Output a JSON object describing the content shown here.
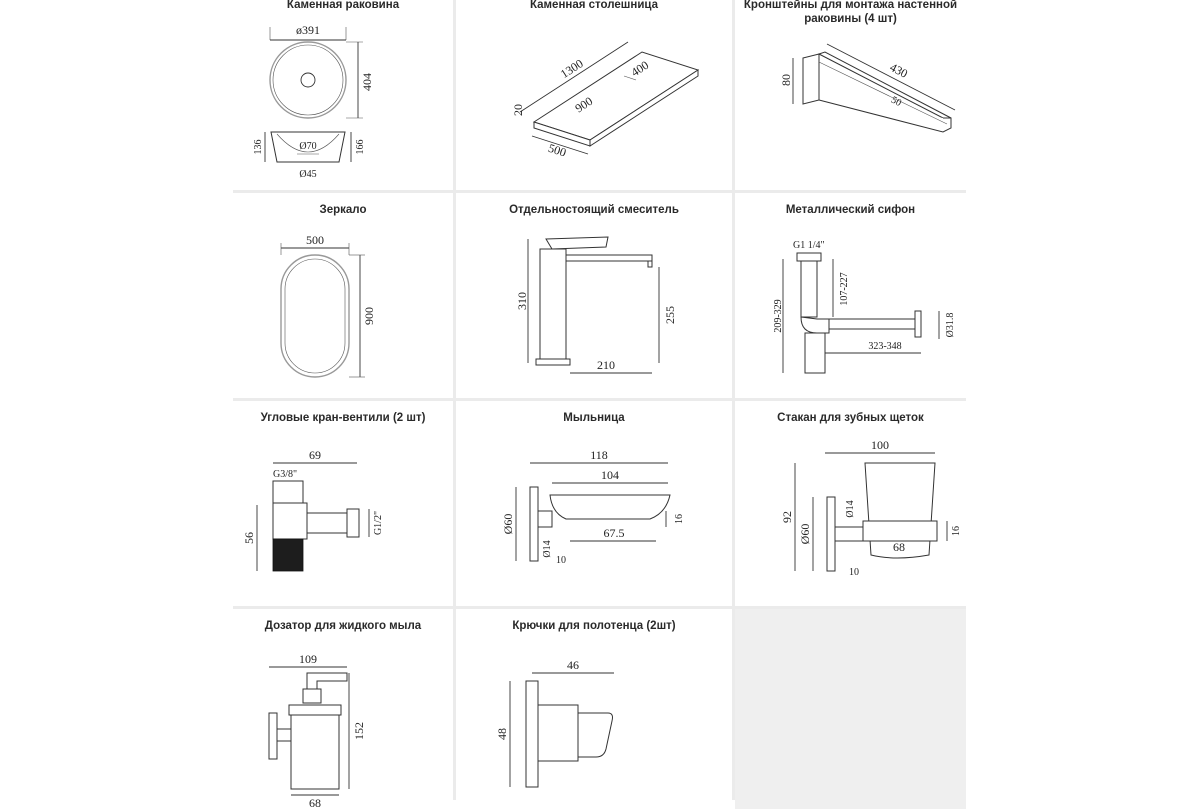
{
  "items": [
    {
      "title": "Каменная раковина",
      "dims": {
        "diameter": "ø391",
        "height": "404",
        "side_h1": "136",
        "side_h2": "166",
        "drain": "Ø70",
        "outlet": "Ø45"
      }
    },
    {
      "title": "Каменная столешница",
      "dims": {
        "length": "1300",
        "width": "400",
        "inner": "900",
        "thickness": "20",
        "depth": "500"
      }
    },
    {
      "title": "Кронштейны для монтажа настенной раковины (4 шт)",
      "dims": {
        "height": "80",
        "length": "430",
        "width": "50"
      }
    },
    {
      "title": "Зеркало",
      "dims": {
        "width": "500",
        "height": "900"
      }
    },
    {
      "title": "Отдельностоящий смеситель",
      "dims": {
        "height": "310",
        "spout_h": "255",
        "reach": "210"
      }
    },
    {
      "title": "Металлический сифон",
      "dims": {
        "thread": "G1 1/4\"",
        "adj_h": "107-227",
        "total_h": "209-329",
        "reach": "323-348",
        "pipe": "Ø31.8"
      }
    },
    {
      "title": "Угловые кран-вентили (2 шт)",
      "dims": {
        "width": "69",
        "thread_in": "G3/8\"",
        "thread_out": "G1/2\"",
        "height": "56"
      }
    },
    {
      "title": "Мыльница",
      "dims": {
        "total": "118",
        "dish": "104",
        "flange": "Ø60",
        "stem": "Ø14",
        "depth": "67.5",
        "height": "16",
        "gap": "10"
      }
    },
    {
      "title": "Стакан для зубных щеток",
      "dims": {
        "total": "100",
        "height": "92",
        "flange": "Ø60",
        "stem": "Ø14",
        "cup_h": "16",
        "cup_w": "68",
        "gap": "10"
      }
    },
    {
      "title": "Дозатор для жидкого мыла",
      "dims": {
        "total": "109",
        "height": "152",
        "bottle": "68"
      }
    },
    {
      "title": "Крючки для полотенца (2шт)",
      "dims": {
        "length": "46",
        "height": "48"
      }
    }
  ]
}
